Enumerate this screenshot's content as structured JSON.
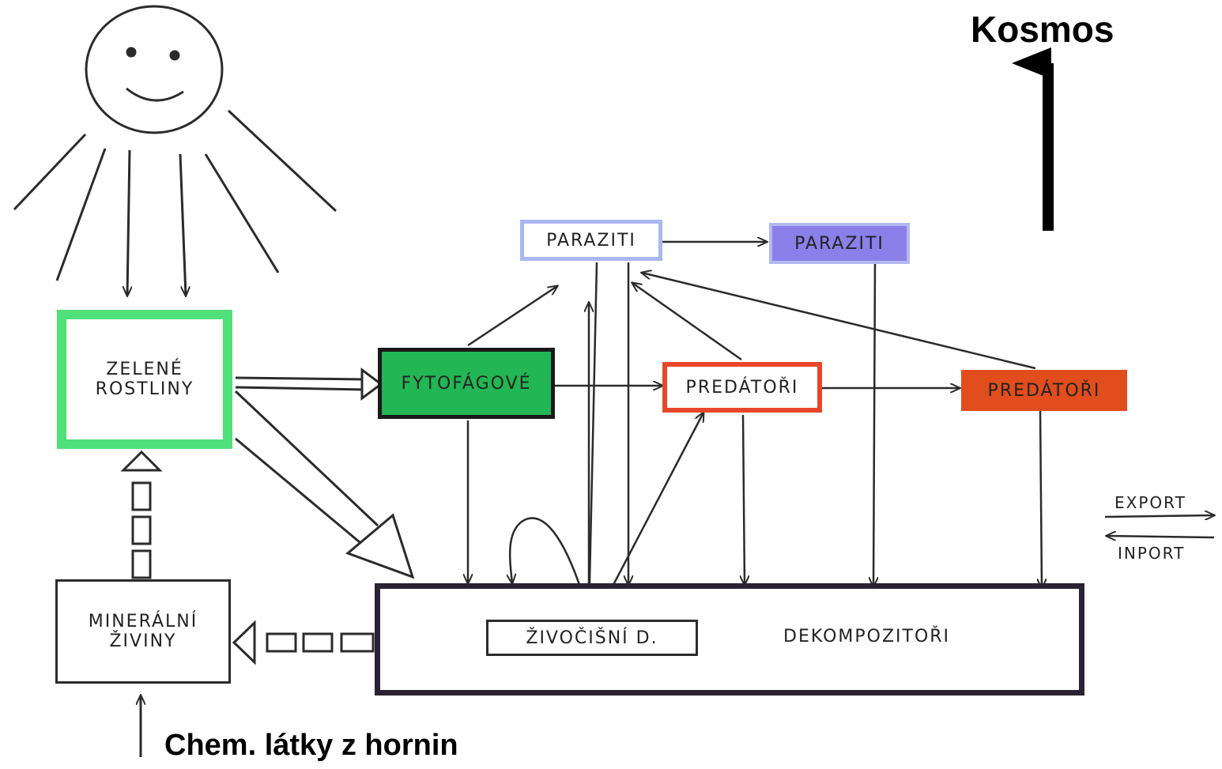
{
  "title": "Kosmos",
  "caption": "Chem. látky z hornin",
  "nodes": {
    "zelene_rostliny": "ZELENÉ\nROSTLINY",
    "fytofagove": "FYTOFÁGOVÉ",
    "paraziti_1": "PARAZITI",
    "paraziti_2": "PARAZITI",
    "predatori_1": "PREDÁTOŘI",
    "predatori_2": "PREDÁTOŘI",
    "mineralni_ziviny": "MINERÁLNÍ\nŽIVINY",
    "dekompozitori": "DEKOMPOZITOŘI",
    "zivocisni_d": "ŽIVOČIŠNÍ D."
  },
  "legend": {
    "export": "EXPORT",
    "import": "INPORT"
  },
  "colors": {
    "green_plants_border": "#4fe07a",
    "fytofagove_fill": "#22b654",
    "paraziti_1_border": "#a9b8f2",
    "paraziti_2_fill": "#8a80ea",
    "predatori_1_border": "#e8462a",
    "predatori_2_fill": "#e14d1c",
    "ink": "#2b2b2b"
  }
}
